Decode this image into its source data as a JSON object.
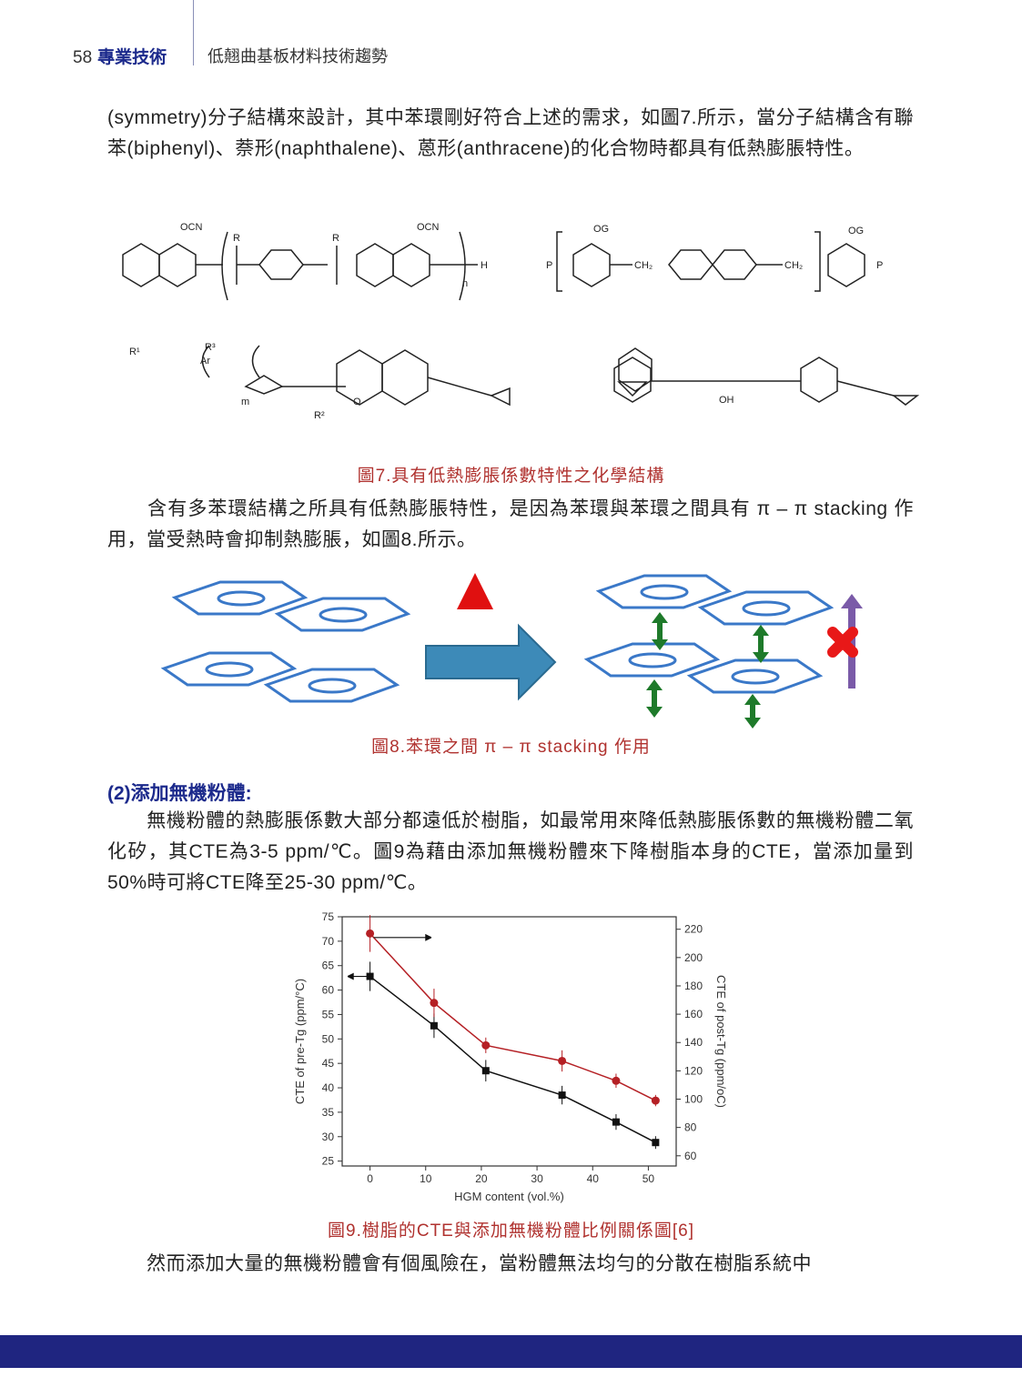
{
  "header": {
    "page_number": "58",
    "section": "專業技術",
    "title": "低翹曲基板材料技術趨勢"
  },
  "paragraphs": [
    "(symmetry)分子結構來設計，其中苯環剛好符合上述的需求，如圖7.所示，當分子結構含有聯苯(biphenyl)、萘形(naphthalene)、蒽形(anthracene)的化合物時都具有低熱膨脹特性。",
    "　　含有多苯環結構之所具有低熱膨脹特性，是因為苯環與苯環之間具有 π – π stacking 作用，當受熱時會抑制熱膨脹，如圖8.所示。",
    "　　無機粉體的熱膨脹係數大部分都遠低於樹脂，如最常用來降低熱膨脹係數的無機粉體二氧化矽，其CTE為3-5 ppm/℃。圖9為藉由添加無機粉體來下降樹脂本身的CTE，當添加量到50%時可將CTE降至25-30 ppm/℃。",
    "　　然而添加大量的無機粉體會有個風險在，當粉體無法均勻的分散在樹脂系統中"
  ],
  "section_heading": "(2)添加無機粉體:",
  "figure7": {
    "caption": "圖7.具有低熱膨脹係數特性之化學結構",
    "labels": {
      "ocn": "OCN",
      "r": "R",
      "h": "H",
      "n": "n",
      "og": "OG",
      "p": "P",
      "ch2": "CH₂",
      "m": "m",
      "r1": "R¹",
      "r2": "R²",
      "r3": "R³",
      "ar": "Ar",
      "o": "O",
      "oh": "OH"
    }
  },
  "figure8": {
    "caption": "圖8.苯環之間 π – π  stacking 作用"
  },
  "figure9": {
    "caption": "圖9.樹脂的CTE與添加無機粉體比例關係圖[6]"
  },
  "chart_data": {
    "type": "line",
    "xlabel": "HGM content (vol.%)",
    "ylabel": "CTE of pre-Tg (ppm/°C)",
    "y2label": "CTE of post-Tg (ppm/oC)",
    "xlim": [
      -5,
      55
    ],
    "ylim": [
      24,
      75
    ],
    "y2lim": [
      52.8,
      228.8
    ],
    "xticks": [
      0,
      10,
      20,
      30,
      40,
      50
    ],
    "yticks": [
      25,
      30,
      35,
      40,
      45,
      50,
      55,
      60,
      65,
      70,
      75
    ],
    "y2ticks": [
      60,
      80,
      100,
      120,
      140,
      160,
      180,
      200,
      220
    ],
    "series": [
      {
        "name": "pre-Tg",
        "axis": "left",
        "color": "#111111",
        "marker": "square",
        "x": [
          0,
          11.5,
          20.8,
          34.5,
          44.2,
          51.3
        ],
        "y": [
          62.8,
          52.7,
          43.5,
          38.5,
          33.0,
          28.8
        ],
        "err": [
          3,
          2.5,
          2.2,
          1.9,
          1.6,
          1.3
        ]
      },
      {
        "name": "post-Tg",
        "axis": "right",
        "color": "#b52025",
        "marker": "circle",
        "x": [
          0,
          11.5,
          20.8,
          34.5,
          44.2,
          51.3
        ],
        "y": [
          217,
          168,
          138,
          127,
          113,
          99
        ],
        "err": [
          13,
          10,
          5.5,
          7.5,
          5,
          4
        ]
      }
    ]
  }
}
